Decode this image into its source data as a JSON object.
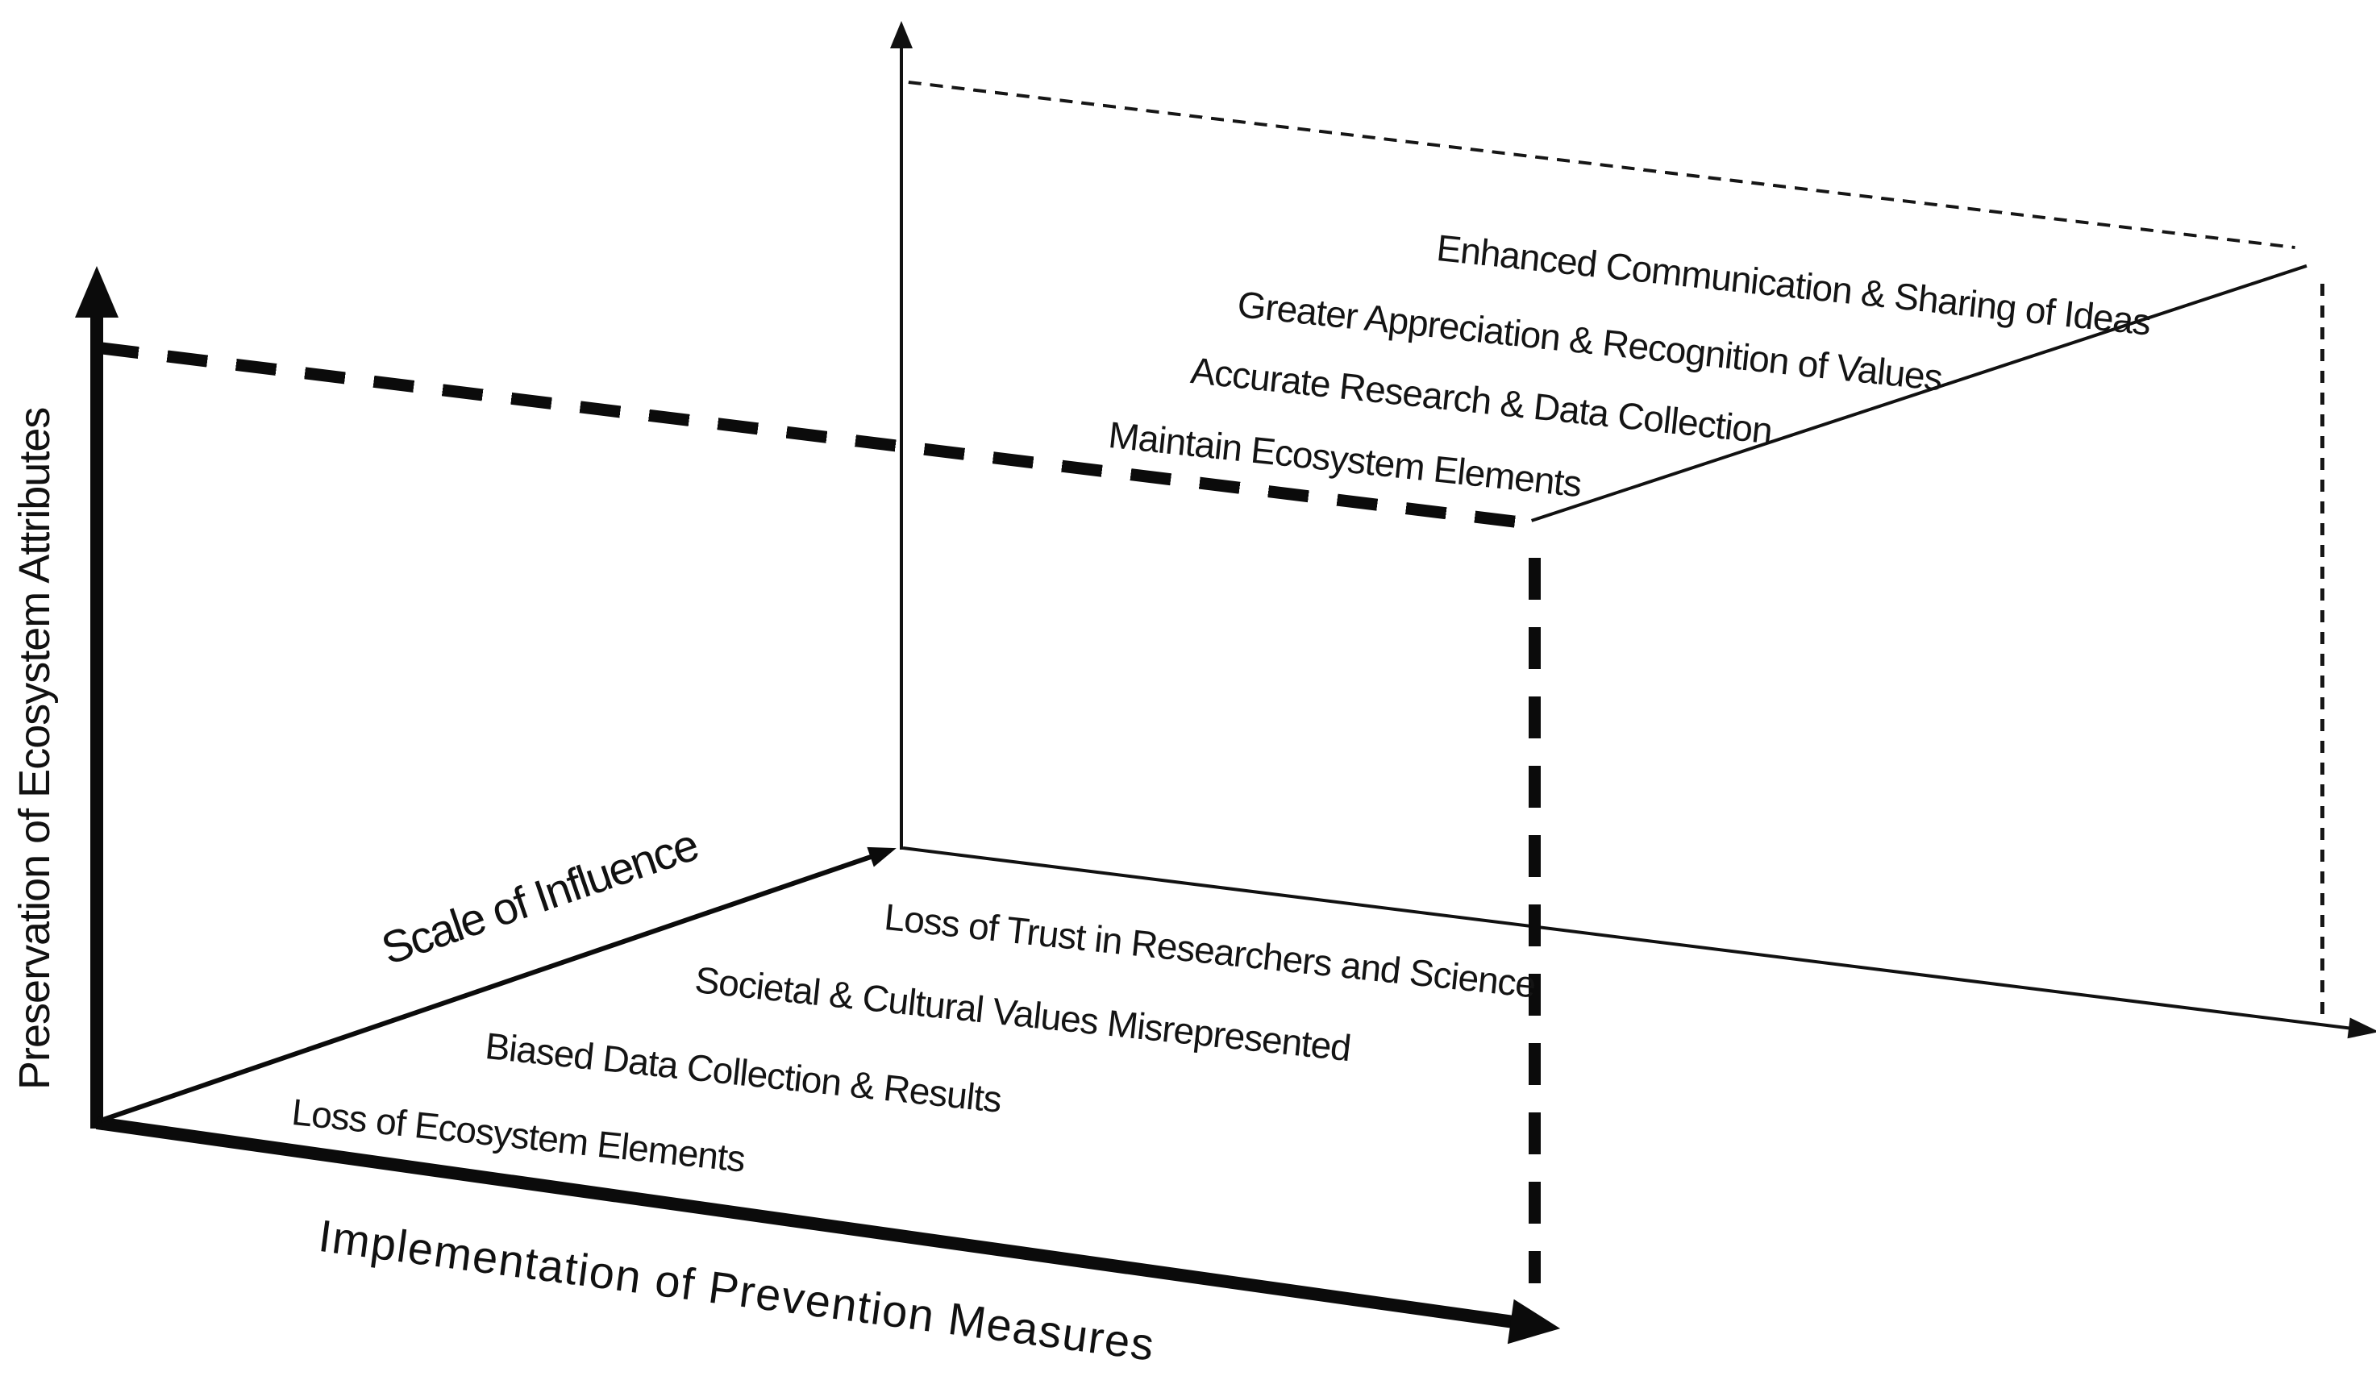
{
  "diagram": {
    "y_axis": {
      "label": "Preservation of Ecosystem Attributes"
    },
    "x_axis": {
      "label": "Implementation of Prevention Measures"
    },
    "z_axis": {
      "label": "Scale of Influence"
    },
    "upper_outcomes": [
      "Enhanced Communication & Sharing of Ideas",
      "Greater Appreciation & Recognition of Values",
      "Accurate Research & Data Collection",
      "Maintain Ecosystem Elements"
    ],
    "lower_outcomes": [
      "Loss of Trust in Researchers and Science",
      "Societal & Cultural Values Misrepresented",
      "Biased Data Collection & Results",
      "Loss of Ecosystem Elements"
    ],
    "colors": {
      "line": "#0b0b0b",
      "text": "#141414",
      "background": "#ffffff"
    }
  }
}
